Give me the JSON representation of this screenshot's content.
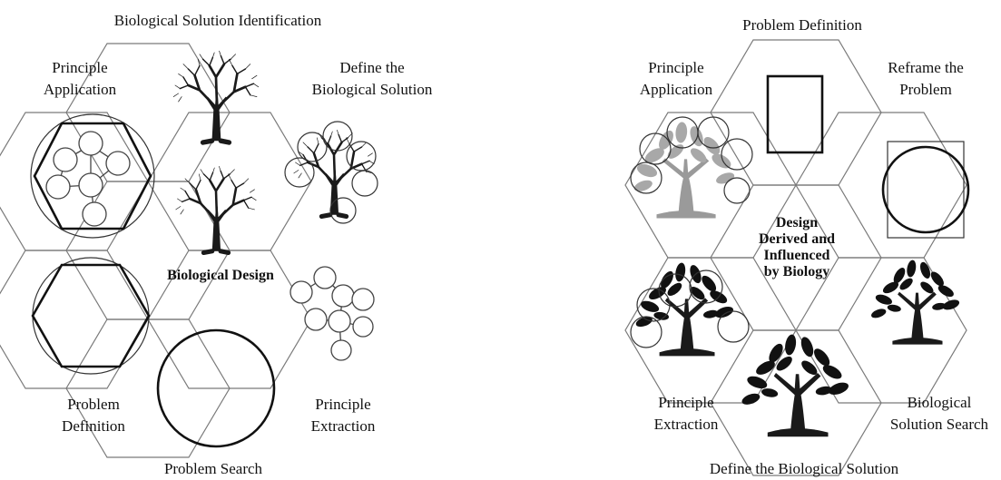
{
  "left_diagram": {
    "top_label": "Biological Solution Identification",
    "center_label": "Biological Design",
    "top_left_label": [
      "Principle",
      "Application"
    ],
    "top_right_label": [
      "Define the",
      "Biological Solution"
    ],
    "bottom_left_label": [
      "Problem",
      "Definition"
    ],
    "bottom_right_label": [
      "Principle",
      "Extraction"
    ],
    "bottom_label": "Problem Search"
  },
  "right_diagram": {
    "top_label": "Problem Definition",
    "center_label": [
      "Design",
      "Derived and",
      "Influenced",
      "by Biology"
    ],
    "top_left_label": [
      "Principle",
      "Application"
    ],
    "top_right_label": [
      "Reframe the",
      "Problem"
    ],
    "bottom_left_label": [
      "Principle",
      "Extraction"
    ],
    "bottom_right_label": [
      "Biological",
      "Solution Search"
    ],
    "bottom_label": "Define the Biological Solution"
  }
}
